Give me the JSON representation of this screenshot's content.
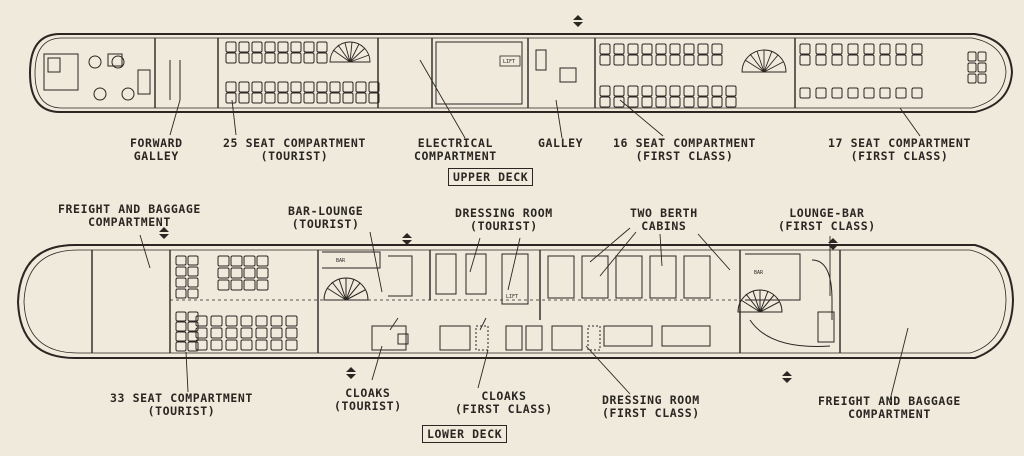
{
  "upper_deck": {
    "title": "UPPER DECK",
    "labels": {
      "forward_galley": [
        "FORWARD",
        "GALLEY"
      ],
      "seat25": [
        "25 SEAT COMPARTMENT",
        "(TOURIST)"
      ],
      "electrical": [
        "ELECTRICAL",
        "COMPARTMENT"
      ],
      "galley": [
        "GALLEY"
      ],
      "seat16": [
        "16 SEAT COMPARTMENT",
        "(FIRST CLASS)"
      ],
      "seat17": [
        "17 SEAT COMPARTMENT",
        "(FIRST CLASS)"
      ]
    }
  },
  "lower_deck": {
    "title": "LOWER DECK",
    "labels": {
      "freight_fwd": [
        "FREIGHT AND BAGGAGE",
        "COMPARTMENT"
      ],
      "bar_lounge": [
        "BAR-LOUNGE",
        "(TOURIST)"
      ],
      "dressing_tourist": [
        "DRESSING ROOM",
        "(TOURIST)"
      ],
      "two_berth": [
        "TWO BERTH",
        "CABINS"
      ],
      "lounge_bar": [
        "LOUNGE-BAR",
        "(FIRST CLASS)"
      ],
      "seat33": [
        "33 SEAT COMPARTMENT",
        "(TOURIST)"
      ],
      "cloaks_tourist": [
        "CLOAKS",
        "(TOURIST)"
      ],
      "cloaks_first": [
        "CLOAKS",
        "(FIRST CLASS)"
      ],
      "dressing_first": [
        "DRESSING ROOM",
        "(FIRST CLASS)"
      ],
      "freight_aft": [
        "FREIGHT AND BAGGAGE",
        "COMPARTMENT"
      ]
    }
  },
  "plan_marks": {
    "bar": "BAR",
    "lift": "LIFT"
  }
}
